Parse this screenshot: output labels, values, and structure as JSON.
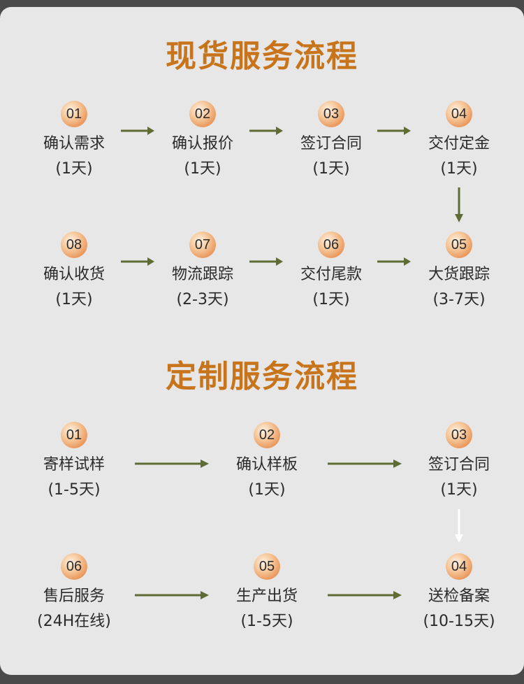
{
  "colors": {
    "accent": "#c8741a",
    "arrow": "#5e6b33",
    "arrow_alt": "#ffffff"
  },
  "spot": {
    "title": "现货服务流程",
    "steps": [
      {
        "num": "01",
        "name": "确认需求",
        "days": "(1天)"
      },
      {
        "num": "02",
        "name": "确认报价",
        "days": "(1天)"
      },
      {
        "num": "03",
        "name": "签订合同",
        "days": "(1天)"
      },
      {
        "num": "04",
        "name": "交付定金",
        "days": "(1天)"
      },
      {
        "num": "05",
        "name": "大货跟踪",
        "days": "(3-7天)"
      },
      {
        "num": "06",
        "name": "交付尾款",
        "days": "(1天)"
      },
      {
        "num": "07",
        "name": "物流跟踪",
        "days": "(2-3天)"
      },
      {
        "num": "08",
        "name": "确认收货",
        "days": "(1天)"
      }
    ]
  },
  "custom": {
    "title": "定制服务流程",
    "steps": [
      {
        "num": "01",
        "name": "寄样试样",
        "days": "(1-5天)"
      },
      {
        "num": "02",
        "name": "确认样板",
        "days": "(1天)"
      },
      {
        "num": "03",
        "name": "签订合同",
        "days": "(1天)"
      },
      {
        "num": "04",
        "name": "送检备案",
        "days": "(10-15天)"
      },
      {
        "num": "05",
        "name": "生产出货",
        "days": "(1-5天)"
      },
      {
        "num": "06",
        "name": "售后服务",
        "days": "(24H在线)"
      }
    ]
  }
}
